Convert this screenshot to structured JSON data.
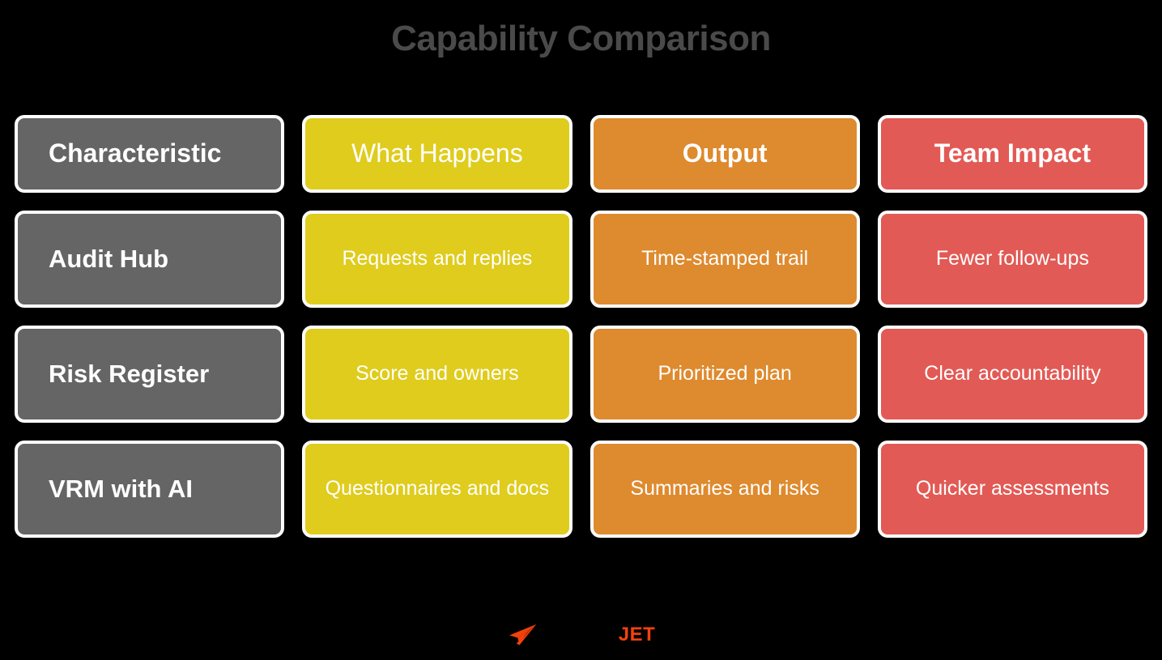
{
  "header": {
    "title": "Capability Comparison"
  },
  "colors": {
    "background": "#000000",
    "title_text": "#4a4a4a",
    "col_characteristic": "#656565",
    "col_what_happens": "#DFCC1D",
    "col_output": "#DE8A2E",
    "col_team_impact": "#E25A55",
    "cell_border": "#FFFFFF",
    "cell_text": "#FFFFFF",
    "logo_accent": "#F4410C"
  },
  "table": {
    "columns": [
      {
        "key": "characteristic",
        "label": "Characteristic"
      },
      {
        "key": "what_happens",
        "label": "What Happens"
      },
      {
        "key": "output",
        "label": "Output"
      },
      {
        "key": "team_impact",
        "label": "Team Impact"
      }
    ],
    "rows": [
      {
        "characteristic": "Audit Hub",
        "what_happens": "Requests and replies",
        "output": "Time-stamped trail",
        "team_impact": "Fewer follow-ups"
      },
      {
        "characteristic": "Risk Register",
        "what_happens": "Score and owners",
        "output": "Prioritized plan",
        "team_impact": "Clear accountability"
      },
      {
        "characteristic": "VRM with AI",
        "what_happens": "Questionnaires and docs",
        "output": "Summaries and risks",
        "team_impact": "Quicker assessments"
      }
    ]
  },
  "footer": {
    "icon": "paper-plane-icon",
    "wordmark": "JET"
  }
}
